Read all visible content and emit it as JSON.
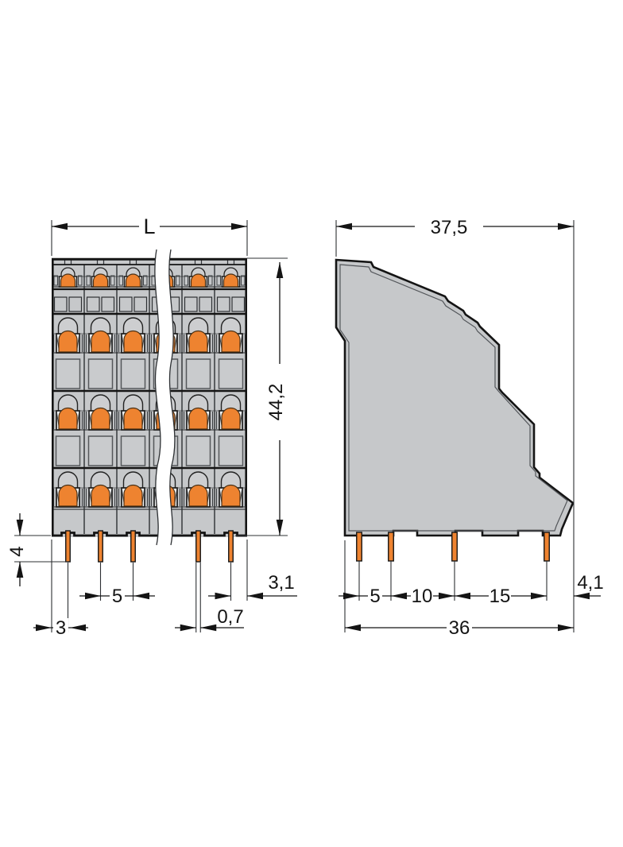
{
  "labels": {
    "front": {
      "width": "L",
      "height": "44,2",
      "pin_length": "4",
      "pin_pitch": "5",
      "left_margin": "3",
      "pin_width": "0,7",
      "right_margin": "3,1"
    },
    "side": {
      "width": "37,5",
      "pitch_1": "5",
      "pitch_2": "10",
      "pitch_3": "15",
      "overall": "36",
      "tip_offset": "4,1"
    }
  },
  "colors": {
    "body_gray": "#c6c8ca",
    "window_gray": "#c9cbcd",
    "opening_white": "#f2f3f3",
    "clamp_orange": "#ee8330",
    "line_black": "#141414"
  }
}
